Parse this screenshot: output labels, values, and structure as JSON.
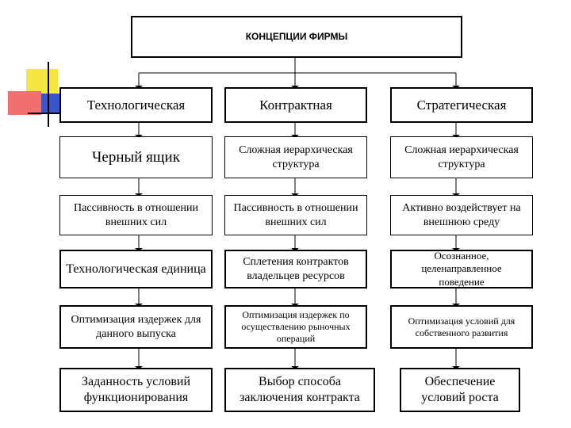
{
  "title": "КОНЦЕПЦИИ ФИРМЫ",
  "columns": [
    {
      "header": "Технологическая",
      "rows": [
        "Черный ящик",
        "Пассивность в отношении внешних сил",
        "Технологическая единица",
        "Оптимизация издержек для данного выпуска",
        "Заданность условий функционирования"
      ]
    },
    {
      "header": "Контрактная",
      "rows": [
        "Сложная иерархическая структура",
        "Пассивность в отношении внешних сил",
        "Сплетения контрактов владельцев ресурсов",
        "Оптимизация издержек по осуществлению рыночных операций",
        "Выбор способа заключения контракта"
      ]
    },
    {
      "header": "Стратегическая",
      "rows": [
        "Сложная иерархическая структура",
        "Активно воздействует на внешнюю среду",
        "Осознанное, целенаправленное поведение",
        "Оптимизация условий для собственного развития",
        "Обеспечение условий роста"
      ]
    }
  ],
  "colors": {
    "deco_yellow": "#f5e642",
    "deco_red": "#f07070",
    "deco_blue": "#3a55c8",
    "border": "#000000"
  }
}
